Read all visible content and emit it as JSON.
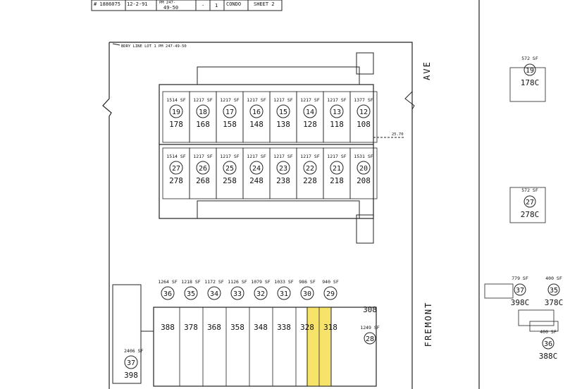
{
  "header": {
    "doc_no": "# 1886075",
    "date": "12-2-91",
    "pm_ref": "PM 247-",
    "pm_pages": "49-50",
    "dash": "-",
    "count": "1",
    "type": "CONDO",
    "sheet": "SHEET 2"
  },
  "boundary_label": "BDRY LINE LOT 1 PM 247-49-50",
  "streets": {
    "ave": "AVE",
    "fremont": "FREMONT"
  },
  "dimension_right": "25.70",
  "upper_top_row": [
    {
      "circle": "19",
      "unit": "178",
      "sf": "1514 SF"
    },
    {
      "circle": "18",
      "unit": "168",
      "sf": "1217 SF"
    },
    {
      "circle": "17",
      "unit": "158",
      "sf": "1217 SF"
    },
    {
      "circle": "16",
      "unit": "148",
      "sf": "1217 SF"
    },
    {
      "circle": "15",
      "unit": "138",
      "sf": "1217 SF"
    },
    {
      "circle": "14",
      "unit": "128",
      "sf": "1217 SF"
    },
    {
      "circle": "13",
      "unit": "118",
      "sf": "1217 SF"
    },
    {
      "circle": "12",
      "unit": "108",
      "sf": "1377 SF"
    }
  ],
  "upper_bottom_row": [
    {
      "circle": "27",
      "unit": "278",
      "sf": "1514 SF"
    },
    {
      "circle": "26",
      "unit": "268",
      "sf": "1217 SF"
    },
    {
      "circle": "25",
      "unit": "258",
      "sf": "1217 SF"
    },
    {
      "circle": "24",
      "unit": "248",
      "sf": "1217 SF"
    },
    {
      "circle": "23",
      "unit": "238",
      "sf": "1217 SF"
    },
    {
      "circle": "22",
      "unit": "228",
      "sf": "1217 SF"
    },
    {
      "circle": "21",
      "unit": "218",
      "sf": "1217 SF"
    },
    {
      "circle": "20",
      "unit": "208",
      "sf": "1531 SF"
    }
  ],
  "lower_row": [
    {
      "circle": "36",
      "unit": "388",
      "sf": "1264 SF"
    },
    {
      "circle": "35",
      "unit": "378",
      "sf": "1218 SF"
    },
    {
      "circle": "34",
      "unit": "368",
      "sf": "1172 SF"
    },
    {
      "circle": "33",
      "unit": "358",
      "sf": "1126 SF"
    },
    {
      "circle": "32",
      "unit": "348",
      "sf": "1079 SF"
    },
    {
      "circle": "31",
      "unit": "338",
      "sf": "1033 SF"
    },
    {
      "circle": "30",
      "unit": "328",
      "sf": "986 SF"
    },
    {
      "circle": "29",
      "unit": "318",
      "sf": "940 SF"
    },
    {
      "circle": "28",
      "unit": "308",
      "sf": "1249 SF"
    }
  ],
  "corner_unit": {
    "circle": "37",
    "unit": "398",
    "sf": "2406 SF"
  },
  "right_panel": [
    {
      "circle": "19",
      "unit": "178C",
      "sf": "572 SF"
    },
    {
      "circle": "27",
      "unit": "278C",
      "sf": "572 SF"
    },
    {
      "circle": "37",
      "unit": "398C",
      "sf": "779 SF"
    },
    {
      "circle": "35",
      "unit": "378C",
      "sf": "400 SF"
    },
    {
      "circle": "36",
      "unit": "388C",
      "sf": "400 SF"
    }
  ],
  "highlight_color": "#f7e36a"
}
